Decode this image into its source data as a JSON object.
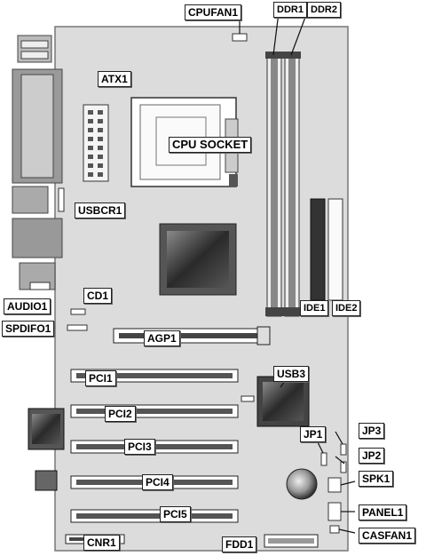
{
  "labels": {
    "cpufan1": "CPUFAN1",
    "ddr1": "DDR1",
    "ddr2": "DDR2",
    "atx1": "ATX1",
    "cpu_socket": "CPU SOCKET",
    "usbcr1": "USBCR1",
    "audio1": "AUDIO1",
    "cd1": "CD1",
    "spdifo1": "SPDIFO1",
    "agp1": "AGP1",
    "ide1": "IDE1",
    "ide2": "IDE2",
    "usb3": "USB3",
    "pci1": "PCI1",
    "pci2": "PCI2",
    "pci3": "PCI3",
    "pci4": "PCI4",
    "pci5": "PCI5",
    "jp1": "JP1",
    "jp3": "JP3",
    "jp2": "JP2",
    "spk1": "SPK1",
    "panel1": "PANEL1",
    "casfan1": "CASFAN1",
    "cnr1": "CNR1",
    "fdd1": "FDD1"
  }
}
